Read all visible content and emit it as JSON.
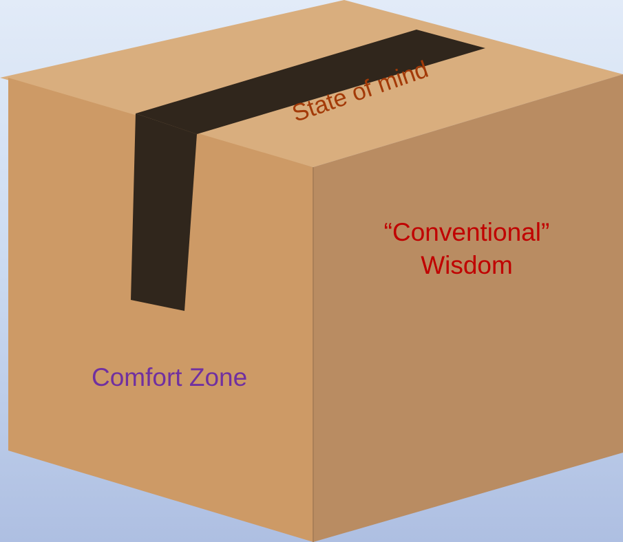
{
  "diagram": {
    "top_face_label": "State of mind",
    "right_face_label_line1": "“Conventional”",
    "right_face_label_line2": "Wisdom",
    "left_face_label": "Comfort Zone"
  },
  "colors": {
    "background_top": "#e2ebf8",
    "background_bottom": "#aebfe2",
    "box_top": "#d9ae7e",
    "box_left": "#cd9a66",
    "box_right": "#b98c62",
    "tape": "#30261c",
    "top_label": "#a33a08",
    "right_label": "#c00000",
    "left_label": "#7030a0"
  }
}
